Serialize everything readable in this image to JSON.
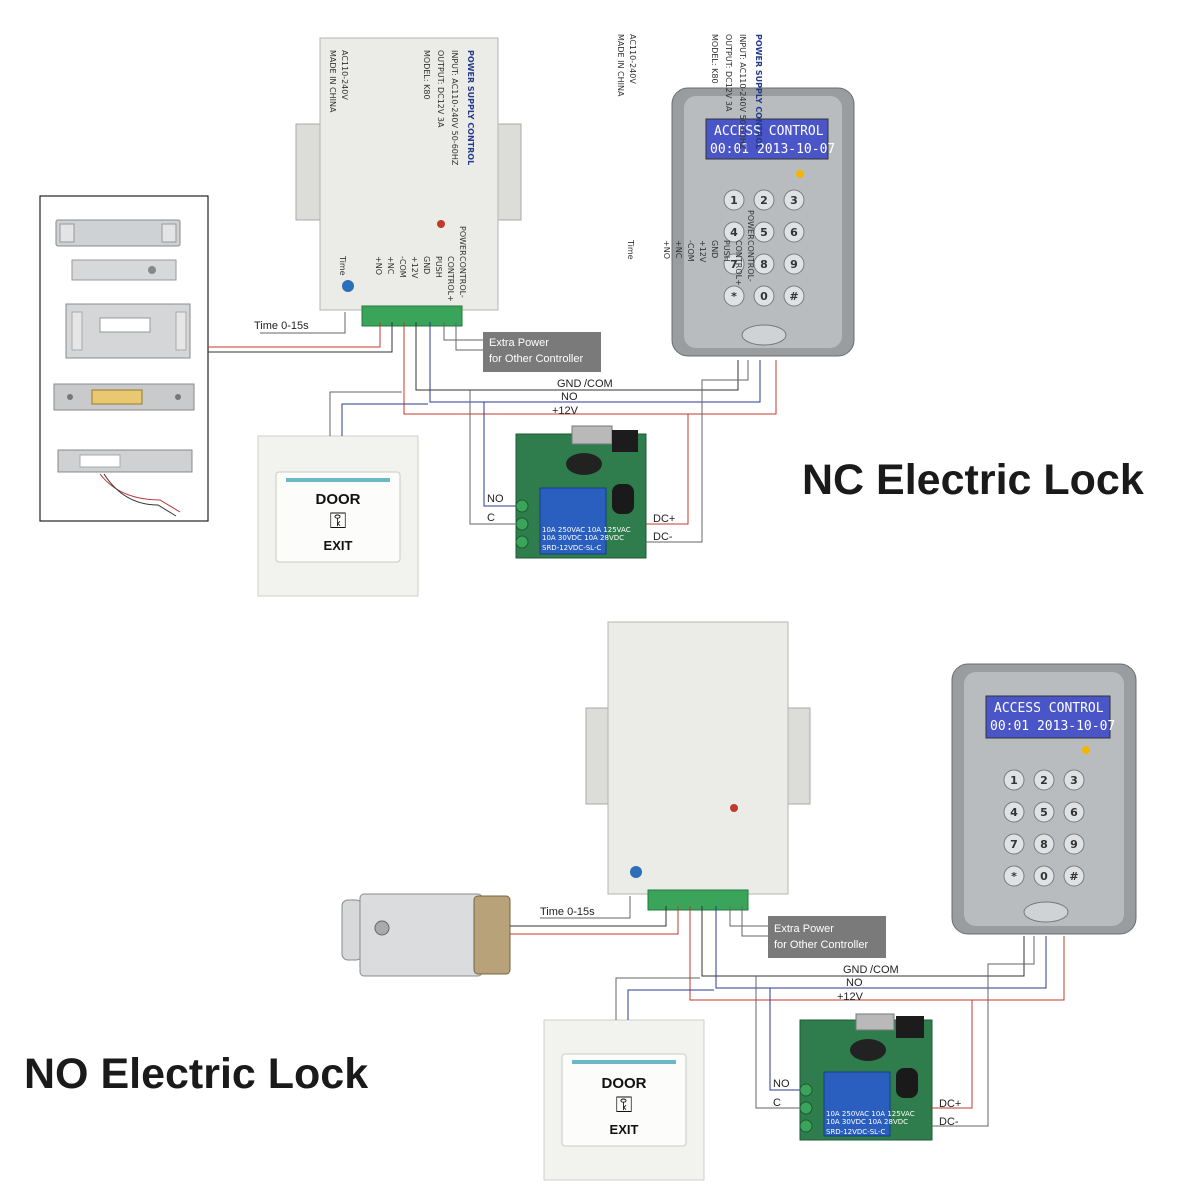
{
  "headings": {
    "nc": "NC Electric Lock",
    "no": "NO Electric Lock"
  },
  "psu": {
    "title": "POWER SUPPLY CONTROL",
    "input": "INPUT: AC110-240V  50-60HZ",
    "output": "OUTPUT: DC12V  3A",
    "model": "MODEL: K80",
    "ac": "AC110-240V",
    "made": "MADE IN CHINA",
    "power": "POWER",
    "time": "Time",
    "terminals": [
      "CONTROL-",
      "CONTROL+",
      "PUSH",
      "GND",
      "+12V",
      "-COM",
      "+NC",
      "+NO"
    ]
  },
  "keypad": {
    "line1": "ACCESS CONTROL",
    "line2": "00:01  2013-10-07",
    "keys": [
      "1",
      "2",
      "3",
      "4",
      "5",
      "6",
      "7",
      "8",
      "9",
      "*",
      "0",
      "#"
    ]
  },
  "exit_button": {
    "door": "DOOR",
    "exit": "EXIT"
  },
  "relay": {
    "line1": "10A 250VAC  10A 125VAC",
    "line2": "10A  30VDC  10A  28VDC",
    "model": "SRD-12VDC-SL-C"
  },
  "wires": {
    "time": "Time 0-15s",
    "extra_line1": "Extra Power",
    "extra_line2": "for Other Controller",
    "gnd": "GND",
    "com": "/COM",
    "no": "NO",
    "v12": "+12V",
    "relay_no": "NO",
    "relay_c": "C",
    "dc_plus": "DC+",
    "dc_minus": "DC-"
  },
  "colors": {
    "red_wire": "#c0392b",
    "blue_wire": "#2a3b8f",
    "gray_wire": "#666666",
    "lcd_blue": "#4a55c8",
    "pcb_green": "#2f7d4c",
    "relay_blue": "#2a5fc0",
    "terminal_green": "#3aa55a",
    "label_box": "#7a7a7a"
  }
}
